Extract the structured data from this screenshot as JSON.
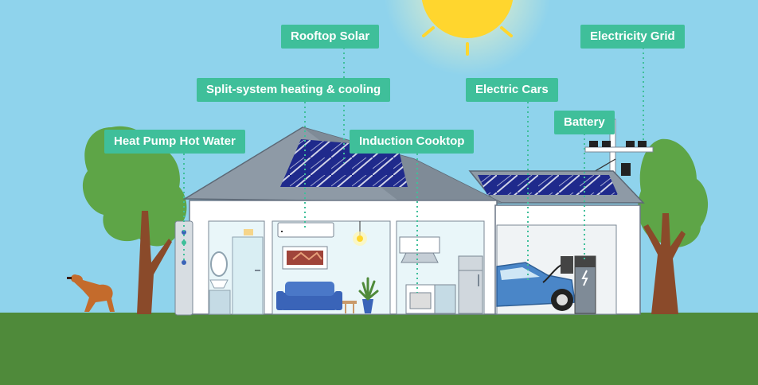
{
  "labels": {
    "rooftop_solar": "Rooftop Solar",
    "electricity_grid": "Electricity Grid",
    "split_system": "Split-system heating & cooling",
    "electric_cars": "Electric Cars",
    "battery": "Battery",
    "heat_pump": "Heat Pump Hot Water",
    "induction": "Induction Cooktop"
  },
  "colors": {
    "sky": "#8fd3ec",
    "ground": "#4f8a3a",
    "label": "#3fbf9a",
    "roof": "#8e9aa6",
    "solar_panel": "#1f2a8c",
    "car": "#4a86c8",
    "sofa": "#3a64b8",
    "sun": "#ffd62e"
  }
}
